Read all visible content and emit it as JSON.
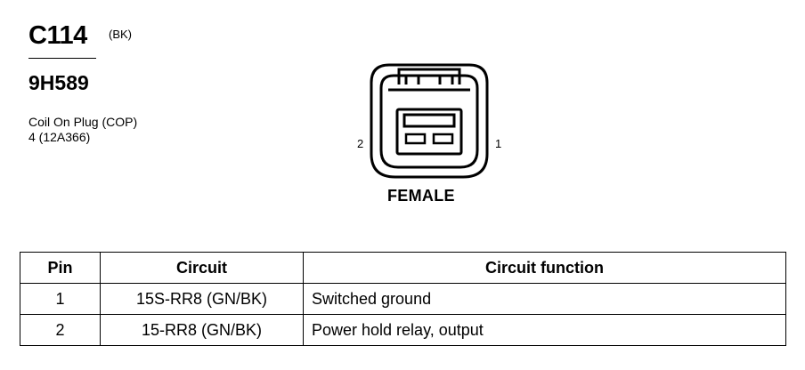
{
  "connector": {
    "id": "C114",
    "color_code": "(BK)",
    "part_number": "9H589",
    "description_lines": [
      "Coil On Plug (COP)",
      "4 (12A366)"
    ],
    "view_label": "FEMALE",
    "pin_labels": {
      "left": "2",
      "right": "1"
    }
  },
  "pin_table": {
    "headers": {
      "pin": "Pin",
      "circuit": "Circuit",
      "function": "Circuit function"
    },
    "rows": [
      {
        "pin": "1",
        "circuit": "15S-RR8 (GN/BK)",
        "function": "Switched ground"
      },
      {
        "pin": "2",
        "circuit": "15-RR8 (GN/BK)",
        "function": "Power hold relay, output"
      }
    ]
  }
}
